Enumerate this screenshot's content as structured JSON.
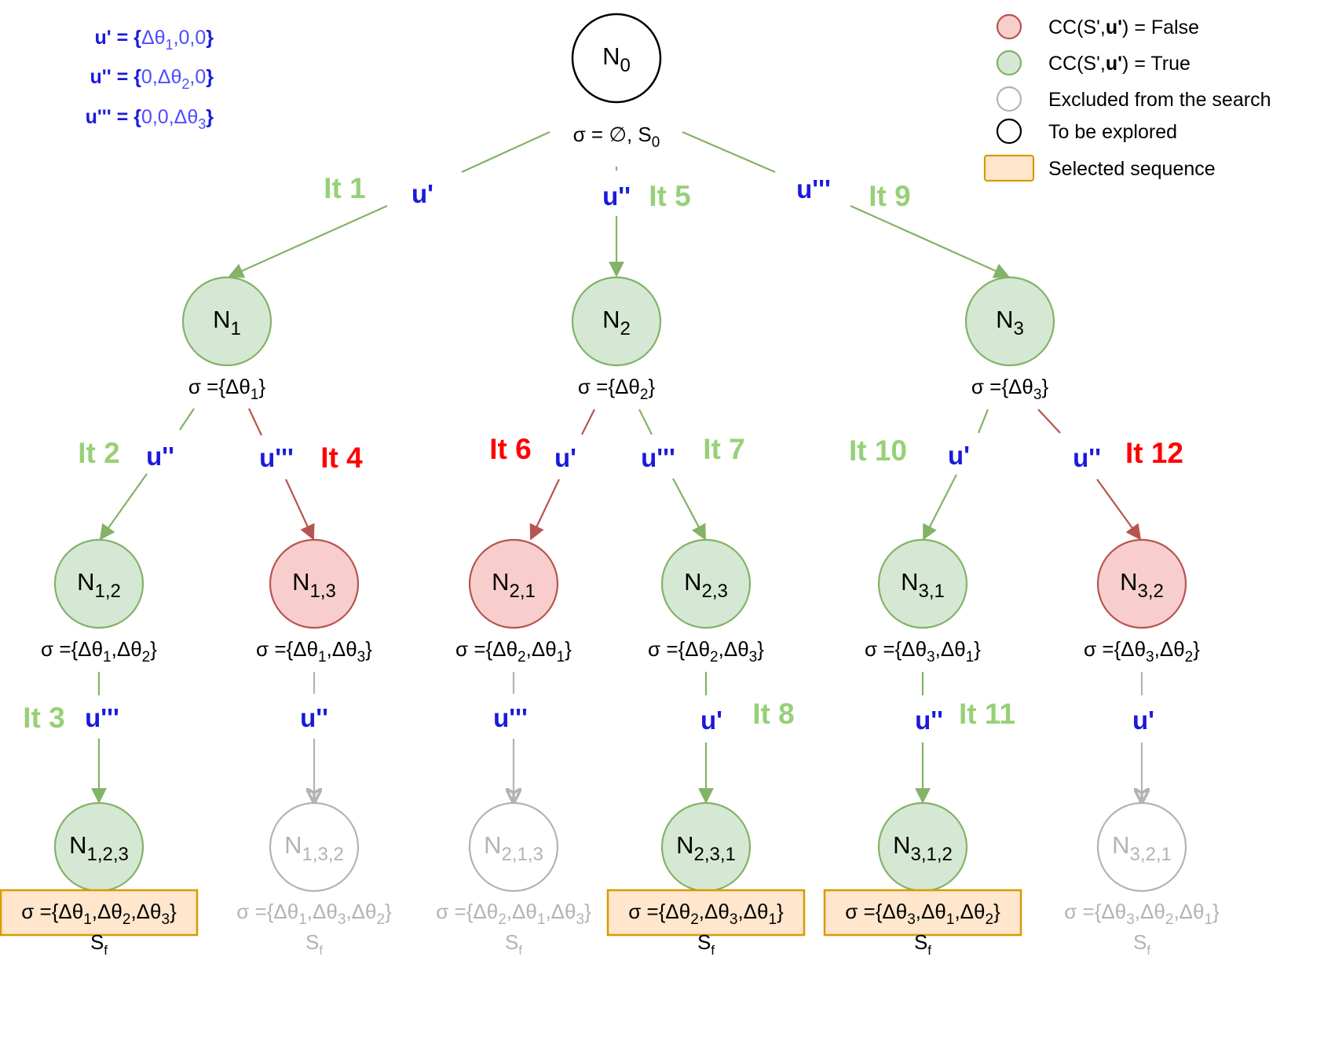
{
  "colors": {
    "green_stroke": "#82b366",
    "green_fill": "#d5e8d4",
    "red_stroke": "#b85450",
    "red_fill": "#f8cecc",
    "grey_stroke": "#b3b3b3",
    "grey_text": "#b3b3b3",
    "black_stroke": "#000000",
    "highlight_fill": "#ffe6cc",
    "highlight_stroke": "#d79b00",
    "iter_green": "#97d077",
    "iter_red": "#ff0000",
    "ctrl_blue": "#1a1adb"
  },
  "definitions": [
    {
      "lhs": "u' = ",
      "val": "{Δθ1,0,0}"
    },
    {
      "lhs": "u'' = ",
      "val": "{0,Δθ2,0}"
    },
    {
      "lhs": "u''' = ",
      "val": "{0,0,Δθ3}"
    }
  ],
  "legend": [
    {
      "label": "CC(S',u') = False",
      "kind": "false"
    },
    {
      "label": "CC(S',u') = True",
      "kind": "true"
    },
    {
      "label": "Excluded from the search",
      "kind": "excluded"
    },
    {
      "label": "To be explored",
      "kind": "explore"
    },
    {
      "label": "Selected sequence",
      "kind": "selected"
    }
  ],
  "nodes": {
    "n0": {
      "label": "N0",
      "sigma": "σ = ∅, S0",
      "state": "explore"
    },
    "n1": {
      "label": "N1",
      "sigma": "σ ={Δθ1}",
      "state": "true"
    },
    "n2": {
      "label": "N2",
      "sigma": "σ ={Δθ2}",
      "state": "true"
    },
    "n3": {
      "label": "N3",
      "sigma": "σ ={Δθ3}",
      "state": "true"
    },
    "n12": {
      "label": "N1,2",
      "sigma": "σ ={Δθ1,Δθ2}",
      "state": "true"
    },
    "n13": {
      "label": "N1,3",
      "sigma": "σ ={Δθ1,Δθ3}",
      "state": "false"
    },
    "n21": {
      "label": "N2,1",
      "sigma": "σ ={Δθ2,Δθ1}",
      "state": "false"
    },
    "n23": {
      "label": "N2,3",
      "sigma": "σ ={Δθ2,Δθ3}",
      "state": "true"
    },
    "n31": {
      "label": "N3,1",
      "sigma": "σ ={Δθ3,Δθ1}",
      "state": "true"
    },
    "n32": {
      "label": "N3,2",
      "sigma": "σ ={Δθ3,Δθ2}",
      "state": "false"
    },
    "n123": {
      "label": "N1,2,3",
      "sigma": "σ ={Δθ1,Δθ2,Δθ3}",
      "state": "true",
      "selected": true,
      "sf": "Sf"
    },
    "n132": {
      "label": "N1,3,2",
      "sigma": "σ ={Δθ1,Δθ3,Δθ2}",
      "state": "excluded",
      "sf": "Sf"
    },
    "n213": {
      "label": "N2,1,3",
      "sigma": "σ ={Δθ2,Δθ1,Δθ3}",
      "state": "excluded",
      "sf": "Sf"
    },
    "n231": {
      "label": "N2,3,1",
      "sigma": "σ ={Δθ2,Δθ3,Δθ1}",
      "state": "true",
      "selected": true,
      "sf": "Sf"
    },
    "n312": {
      "label": "N3,1,2",
      "sigma": "σ ={Δθ3,Δθ1,Δθ2}",
      "state": "true",
      "selected": true,
      "sf": "Sf"
    },
    "n321": {
      "label": "N3,2,1",
      "sigma": "σ ={Δθ3,Δθ2,Δθ1}",
      "state": "excluded",
      "sf": "Sf"
    }
  },
  "edges": [
    {
      "from": "n0",
      "to": "n1",
      "control": "u'",
      "iter": "It 1",
      "state": "true"
    },
    {
      "from": "n0",
      "to": "n2",
      "control": "u''",
      "iter": "It 5",
      "state": "true"
    },
    {
      "from": "n0",
      "to": "n3",
      "control": "u'''",
      "iter": "It 9",
      "state": "true"
    },
    {
      "from": "n1",
      "to": "n12",
      "control": "u''",
      "iter": "It 2",
      "state": "true"
    },
    {
      "from": "n1",
      "to": "n13",
      "control": "u'''",
      "iter": "It 4",
      "state": "false"
    },
    {
      "from": "n2",
      "to": "n21",
      "control": "u'",
      "iter": "It 6",
      "state": "false"
    },
    {
      "from": "n2",
      "to": "n23",
      "control": "u'''",
      "iter": "It 7",
      "state": "true"
    },
    {
      "from": "n3",
      "to": "n31",
      "control": "u'",
      "iter": "It 10",
      "state": "true"
    },
    {
      "from": "n3",
      "to": "n32",
      "control": "u''",
      "iter": "It 12",
      "state": "false"
    },
    {
      "from": "n12",
      "to": "n123",
      "control": "u'''",
      "iter": "It 3",
      "state": "true"
    },
    {
      "from": "n13",
      "to": "n132",
      "control": "u''",
      "iter": "",
      "state": "excluded"
    },
    {
      "from": "n21",
      "to": "n213",
      "control": "u'''",
      "iter": "",
      "state": "excluded"
    },
    {
      "from": "n23",
      "to": "n231",
      "control": "u'",
      "iter": "It 8",
      "state": "true"
    },
    {
      "from": "n31",
      "to": "n312",
      "control": "u''",
      "iter": "It 11",
      "state": "true"
    },
    {
      "from": "n32",
      "to": "n321",
      "control": "u'",
      "iter": "",
      "state": "excluded"
    }
  ]
}
